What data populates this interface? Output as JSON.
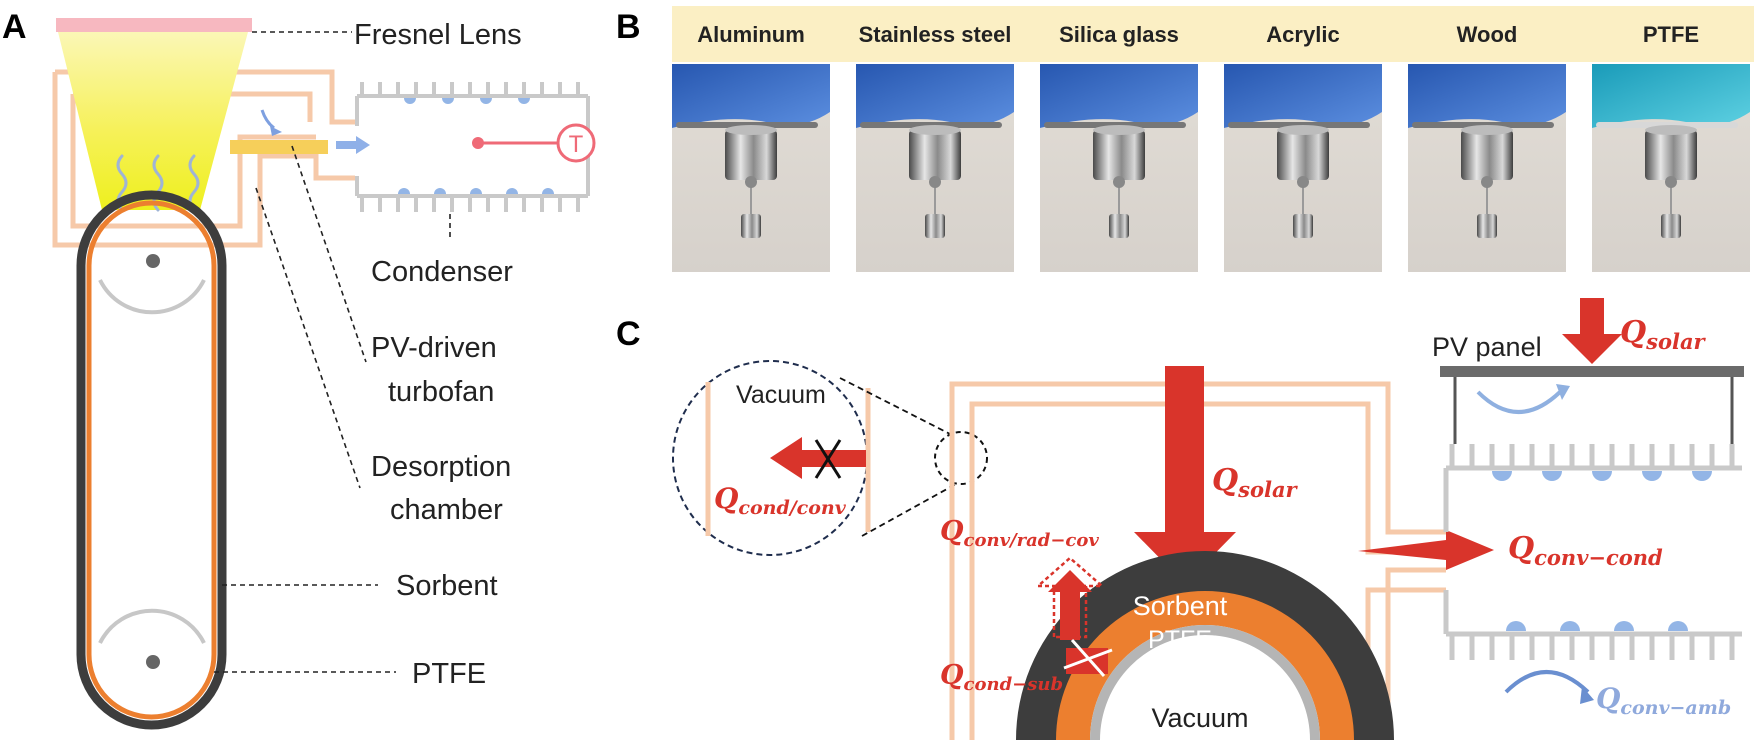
{
  "panels": {
    "a": "A",
    "b": "B",
    "c": "C"
  },
  "panel_a": {
    "fresnel_lens": "Fresnel Lens",
    "condenser": "Condenser",
    "turbofan_line1": "PV-driven",
    "turbofan_line2": "turbofan",
    "chamber_line1": "Desorption",
    "chamber_line2": "chamber",
    "sorbent": "Sorbent",
    "ptfe": "PTFE",
    "thermometer": "T"
  },
  "panel_b": {
    "materials": [
      "Aluminum",
      "Stainless steel",
      "Silica glass",
      "Acrylic",
      "Wood",
      "PTFE"
    ]
  },
  "panel_c": {
    "vacuum_inset": "Vacuum",
    "q_cond_conv": "Q",
    "q_cond_conv_sub": "cond/conv",
    "q_solar_center": "Q",
    "q_solar_center_sub": "solar",
    "q_conv_rad": "Q",
    "q_conv_rad_sub": "conv/rad−cov",
    "q_cond_sub": "Q",
    "q_cond_sub_sub": "cond−sub",
    "sorbent": "Sorbent",
    "ptfe": "PTFE",
    "vacuum_core": "Vacuum",
    "pv_panel": "PV panel",
    "q_solar_right": "Q",
    "q_solar_right_sub": "solar",
    "q_conv_cond": "Q",
    "q_conv_cond_sub": "conv−cond",
    "q_conv_amb": "Q",
    "q_conv_amb_sub": "conv−amb"
  },
  "colors": {
    "wall": "#f6c9a9",
    "belt_dark": "#3d3d3d",
    "belt_orange": "#ec7f2f",
    "heat_red": "#d9342b",
    "lens_pink": "#f7b8c0",
    "light_yellow": "#f3f03a",
    "droplet_blue": "#93b5e6",
    "material_band": "#fbefc4",
    "condenser_grey": "#c9c9c9"
  }
}
